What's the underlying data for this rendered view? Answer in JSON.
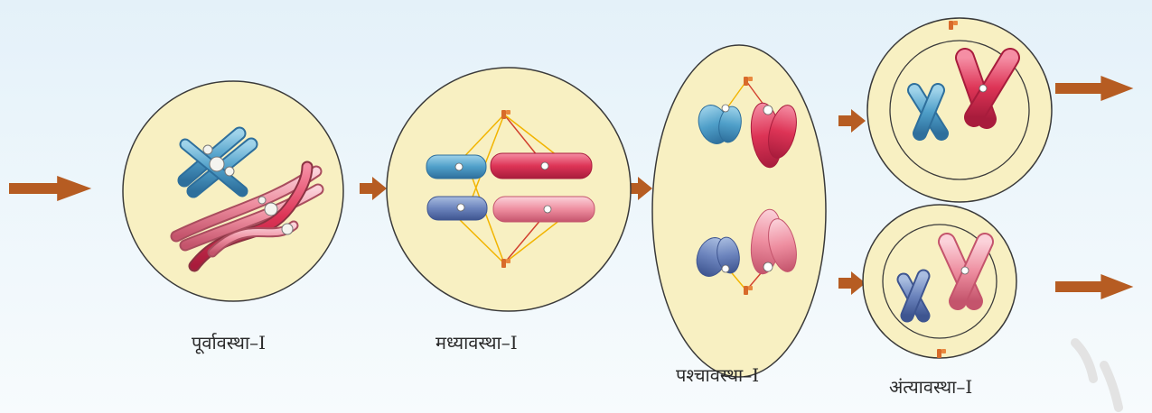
{
  "stages": [
    {
      "id": "prophase",
      "label": "पूर्वावस्था–I"
    },
    {
      "id": "metaphase",
      "label": "मध्यावस्था–I"
    },
    {
      "id": "anaphase",
      "label": "पश्चावस्था–I"
    },
    {
      "id": "telophase",
      "label": "अंत्यावस्था–I"
    }
  ],
  "colors": {
    "cell_fill": "#f8f0c2",
    "cell_stroke": "#3a3a3a",
    "arrow": "#b65c22",
    "blue_chromosome": "#5aa6cc",
    "red_chromosome": "#de3a5c",
    "pink_chromosome": "#ef8fa0",
    "spindle": "#f2b400",
    "centriole": "#d86a2a"
  }
}
